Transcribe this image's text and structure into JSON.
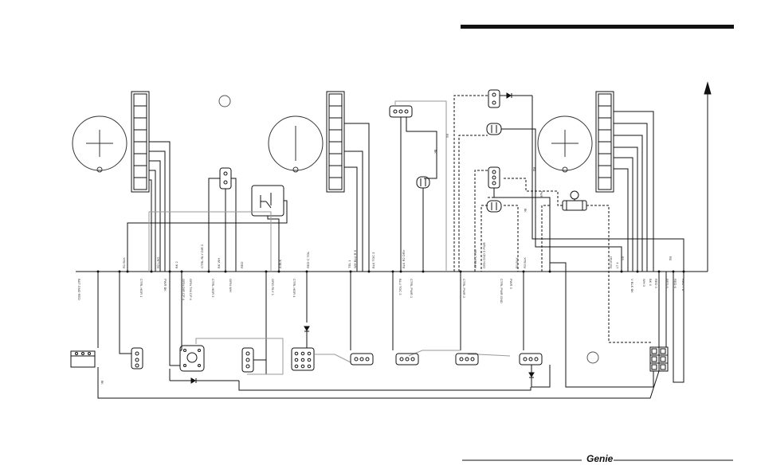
{
  "colors": {
    "wire": "#111111",
    "wire_light": "#9a9a9a",
    "header_bar": "#111111",
    "background": "#ffffff"
  },
  "brand": {
    "logo": "Genie"
  },
  "wire_labels": [
    {
      "text": "BAT GND RED",
      "side": "below"
    },
    {
      "text": "R1 BLK",
      "side": "above"
    },
    {
      "text": "CTRL HDR 1",
      "side": "below"
    },
    {
      "text": "R2 LRG",
      "side": "above"
    },
    {
      "text": "PWR BK",
      "side": "below"
    },
    {
      "text": "BK 2",
      "side": "above"
    },
    {
      "text": "GRN DIR CP 4",
      "side": "below"
    },
    {
      "text": "GRN TIM CP 4",
      "side": "below"
    },
    {
      "text": "CTRL RLY DIR 2",
      "side": "above"
    },
    {
      "text": "CTRL HDR 3",
      "side": "below"
    },
    {
      "text": "BK WH",
      "side": "above"
    },
    {
      "text": "GRN WH",
      "side": "below"
    },
    {
      "text": "RED",
      "side": "above"
    },
    {
      "text": "ORG RLY 1",
      "side": "below"
    },
    {
      "text": "A BLK",
      "side": "above"
    },
    {
      "text": "CTRL HDR 4",
      "side": "below"
    },
    {
      "text": "RED C TOL",
      "side": "above"
    },
    {
      "text": "TEL 1",
      "side": "above"
    },
    {
      "text": "WH BLU R 6",
      "side": "above"
    },
    {
      "text": "BLK TOC 3",
      "side": "above"
    },
    {
      "text": "BLU TOC 3",
      "side": "below"
    },
    {
      "text": "BLK R2 DRV",
      "side": "above"
    },
    {
      "text": "CTRL PWR 1",
      "side": "below"
    },
    {
      "text": "CTRL PWR 2",
      "side": "below"
    },
    {
      "text": "SPWR CTRL",
      "side": "above"
    },
    {
      "text": "GRN GND 3 PWR",
      "side": "above"
    },
    {
      "text": "CTRL PWR GND",
      "side": "below"
    },
    {
      "text": "PWR 3",
      "side": "below"
    },
    {
      "text": "R1 BLK",
      "side": "above"
    },
    {
      "text": "R3 BLK",
      "side": "above"
    },
    {
      "text": "R3 GND",
      "side": "above"
    },
    {
      "text": "LT 4",
      "side": "above"
    },
    {
      "text": "V BLK BK",
      "side": "below"
    },
    {
      "text": "WH 3",
      "side": "below"
    },
    {
      "text": "BK 4",
      "side": "below"
    },
    {
      "text": "RED 3",
      "side": "below"
    },
    {
      "text": "RED 5",
      "side": "below"
    },
    {
      "text": "RED 6",
      "side": "below"
    },
    {
      "text": "RED 7 8",
      "side": "below"
    }
  ],
  "branch_labels": [
    {
      "text": "RD"
    },
    {
      "text": "BK"
    },
    {
      "text": "BK"
    },
    {
      "text": "RD"
    },
    {
      "text": "PWR"
    },
    {
      "text": "BK"
    },
    {
      "text": "RD"
    },
    {
      "text": "RD"
    }
  ]
}
